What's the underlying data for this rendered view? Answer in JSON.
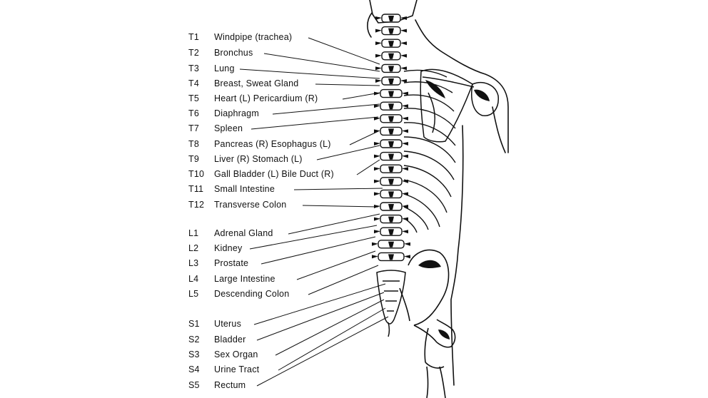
{
  "colors": {
    "ink": "#111111",
    "background": "#ffffff"
  },
  "labels": [
    {
      "code": "T1",
      "organ": "Windpipe (trachea)"
    },
    {
      "code": "T2",
      "organ": "Bronchus"
    },
    {
      "code": "T3",
      "organ": "Lung"
    },
    {
      "code": "T4",
      "organ": "Breast, Sweat Gland"
    },
    {
      "code": "T5",
      "organ": "Heart (L) Pericardium (R)"
    },
    {
      "code": "T6",
      "organ": "Diaphragm"
    },
    {
      "code": "T7",
      "organ": "Spleen"
    },
    {
      "code": "T8",
      "organ": "Pancreas (R) Esophagus (L)"
    },
    {
      "code": "T9",
      "organ": "Liver (R) Stomach (L)"
    },
    {
      "code": "T10",
      "organ": "Gall Bladder (L) Bile Duct (R)"
    },
    {
      "code": "T11",
      "organ": "Small Intestine"
    },
    {
      "code": "T12",
      "organ": "Transverse Colon"
    },
    {
      "code": "L1",
      "organ": "Adrenal Gland"
    },
    {
      "code": "L2",
      "organ": "Kidney"
    },
    {
      "code": "L3",
      "organ": "Prostate"
    },
    {
      "code": "L4",
      "organ": "Large Intestine"
    },
    {
      "code": "L5",
      "organ": "Descending Colon"
    },
    {
      "code": "S1",
      "organ": "Uterus"
    },
    {
      "code": "S2",
      "organ": "Bladder"
    },
    {
      "code": "S3",
      "organ": "Sex Organ"
    },
    {
      "code": "S4",
      "organ": "Urine Tract"
    },
    {
      "code": "S5",
      "organ": "Rectum"
    }
  ]
}
